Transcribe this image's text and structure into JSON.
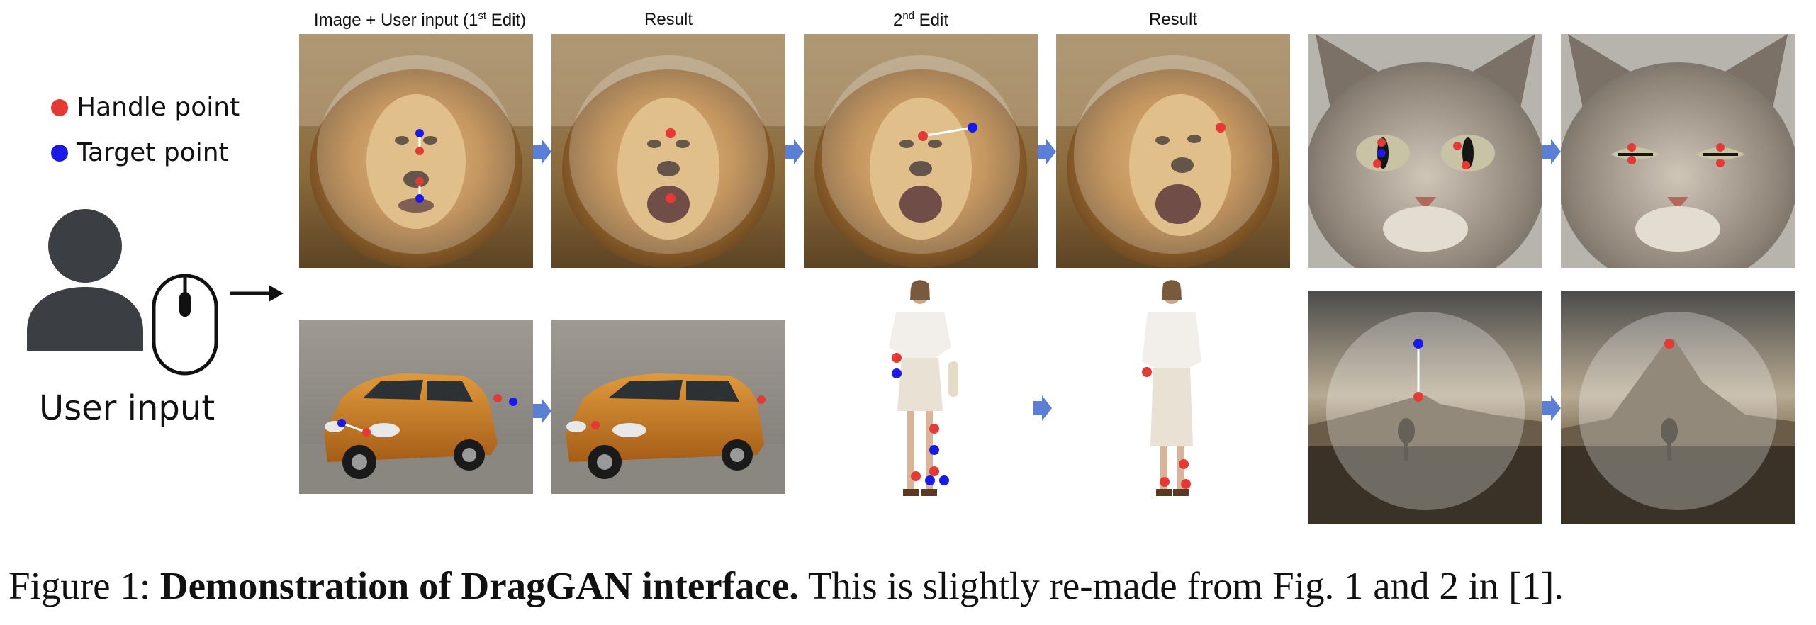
{
  "legend": {
    "handle_label": "Handle point",
    "target_label": "Target point",
    "handle_color": "#e53935",
    "target_color": "#1a1ae6"
  },
  "user": {
    "label": "User input",
    "icons": [
      "person-icon",
      "mouse-icon",
      "arrow-right-icon"
    ]
  },
  "headers": {
    "col1_pre": "Image + User input (1",
    "col1_sup": "st",
    "col1_post": " Edit)",
    "col2": "Result",
    "col3_num": "2",
    "col3_sup": "nd",
    "col3_post": " Edit",
    "col4": "Result"
  },
  "panels": {
    "lion": [
      "lion-input",
      "lion-result-1",
      "lion-input-2",
      "lion-result-2"
    ],
    "cat": [
      "cat-input",
      "cat-result"
    ],
    "car": [
      "car-input",
      "car-result"
    ],
    "person": [
      "person-input",
      "person-result"
    ],
    "mountain": [
      "mountain-input",
      "mountain-result"
    ]
  },
  "caption": {
    "prefix": "Figure 1: ",
    "bold": "Demonstration of DragGAN interface.",
    "rest": " This is slightly re-made from Fig. 1 and 2 in [1]."
  }
}
